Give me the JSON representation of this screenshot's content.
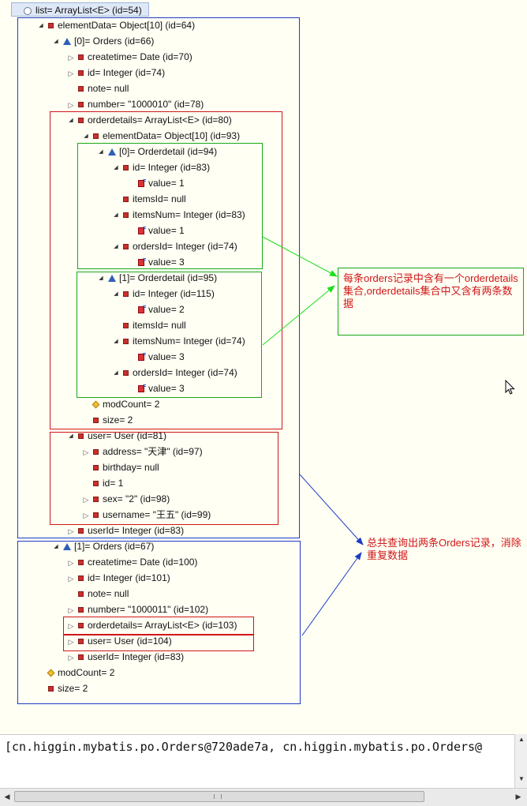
{
  "tree": {
    "nodes": [
      {
        "text": "list= ArrayList<E>  (id=54)",
        "icon": "circ",
        "toggle": "",
        "selected": true
      },
      {
        "text": "elementData= Object[10]  (id=64)",
        "icon": "sq",
        "toggle": "▲"
      },
      {
        "text": "[0]= Orders  (id=66)",
        "icon": "tri",
        "toggle": "▲"
      },
      {
        "text": "createtime= Date  (id=70)",
        "icon": "sq",
        "toggle": "▷"
      },
      {
        "text": "id= Integer  (id=74)",
        "icon": "sq",
        "toggle": "▷"
      },
      {
        "text": "note= null",
        "icon": "sq",
        "toggle": ""
      },
      {
        "text": "number= \"1000010\" (id=78)",
        "icon": "sq",
        "toggle": "▷"
      },
      {
        "text": "orderdetails= ArrayList<E>  (id=80)",
        "icon": "sq",
        "toggle": "▲"
      },
      {
        "text": "elementData= Object[10]  (id=93)",
        "icon": "sq",
        "toggle": "▲"
      },
      {
        "text": "[0]= Orderdetail  (id=94)",
        "icon": "tri",
        "toggle": "▲"
      },
      {
        "text": "id= Integer  (id=83)",
        "icon": "sq",
        "toggle": "▲"
      },
      {
        "text": "value= 1",
        "icon": "fin",
        "toggle": ""
      },
      {
        "text": "itemsId= null",
        "icon": "sq",
        "toggle": ""
      },
      {
        "text": "itemsNum= Integer  (id=83)",
        "icon": "sq",
        "toggle": "▲"
      },
      {
        "text": "value= 1",
        "icon": "fin",
        "toggle": ""
      },
      {
        "text": "ordersId= Integer  (id=74)",
        "icon": "sq",
        "toggle": "▲"
      },
      {
        "text": "value= 3",
        "icon": "fin",
        "toggle": ""
      },
      {
        "text": "[1]= Orderdetail  (id=95)",
        "icon": "tri",
        "toggle": "▲"
      },
      {
        "text": "id= Integer  (id=115)",
        "icon": "sq",
        "toggle": "▲"
      },
      {
        "text": "value= 2",
        "icon": "fin",
        "toggle": ""
      },
      {
        "text": "itemsId= null",
        "icon": "sq",
        "toggle": ""
      },
      {
        "text": "itemsNum= Integer  (id=74)",
        "icon": "sq",
        "toggle": "▲"
      },
      {
        "text": "value= 3",
        "icon": "fin",
        "toggle": ""
      },
      {
        "text": "ordersId= Integer  (id=74)",
        "icon": "sq",
        "toggle": "▲"
      },
      {
        "text": "value= 3",
        "icon": "fin",
        "toggle": ""
      },
      {
        "text": "modCount= 2",
        "icon": "dia",
        "toggle": ""
      },
      {
        "text": "size= 2",
        "icon": "sq",
        "toggle": ""
      },
      {
        "text": "user= User  (id=81)",
        "icon": "sq",
        "toggle": "▲"
      },
      {
        "text": "address= \"天津\" (id=97)",
        "icon": "sq",
        "toggle": "▷"
      },
      {
        "text": "birthday= null",
        "icon": "sq",
        "toggle": ""
      },
      {
        "text": "id= 1",
        "icon": "sq",
        "toggle": ""
      },
      {
        "text": "sex= \"2\" (id=98)",
        "icon": "sq",
        "toggle": "▷"
      },
      {
        "text": "username= \"王五\" (id=99)",
        "icon": "sq",
        "toggle": "▷"
      },
      {
        "text": "userId= Integer  (id=83)",
        "icon": "sq",
        "toggle": "▷"
      },
      {
        "text": "[1]= Orders  (id=67)",
        "icon": "tri",
        "toggle": "▲"
      },
      {
        "text": "createtime= Date  (id=100)",
        "icon": "sq",
        "toggle": "▷"
      },
      {
        "text": "id= Integer  (id=101)",
        "icon": "sq",
        "toggle": "▷"
      },
      {
        "text": "note= null",
        "icon": "sq",
        "toggle": ""
      },
      {
        "text": "number= \"1000011\" (id=102)",
        "icon": "sq",
        "toggle": "▷"
      },
      {
        "text": "orderdetails= ArrayList<E>  (id=103)",
        "icon": "sq",
        "toggle": "▷"
      },
      {
        "text": "user= User  (id=104)",
        "icon": "sq",
        "toggle": "▷"
      },
      {
        "text": "userId= Integer  (id=83)",
        "icon": "sq",
        "toggle": "▷"
      },
      {
        "text": "modCount= 2",
        "icon": "dia",
        "toggle": ""
      },
      {
        "text": "size= 2",
        "icon": "sq",
        "toggle": ""
      }
    ]
  },
  "annotations": {
    "note1": "每条orders记录中含有一个orderdetails集合,orderdetails集合中又含有两条数据",
    "note2": "总共查询出两条Orders记录，消除重复数据"
  },
  "console": {
    "output": "[cn.higgin.mybatis.po.Orders@720ade7a, cn.higgin.mybatis.po.Orders@"
  },
  "colors": {
    "blue_box": "#1e3cc8",
    "red_box": "#d01616",
    "green_box": "#18a818",
    "annotation_text": "#d01616"
  }
}
